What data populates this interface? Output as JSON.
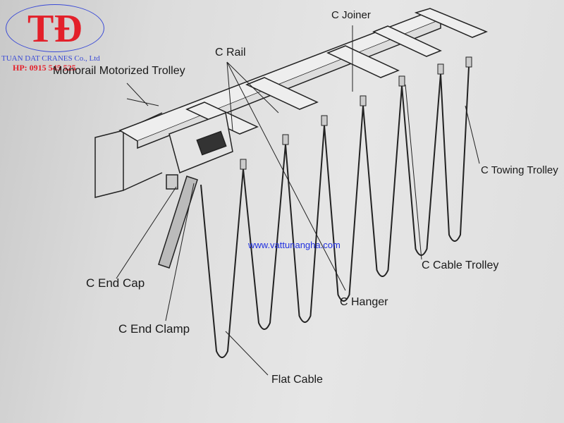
{
  "logo": {
    "mark": "TĐ",
    "company": "TUAN DAT CRANES Co., Ltd",
    "phone": "HP: 0915 545 525"
  },
  "watermark": "www.vattunangha.com",
  "labels": {
    "motorized_trolley": "Monorail Motorized Trolley",
    "rail": "C Rail",
    "joiner": "C Joiner",
    "towing_trolley": "C Towing Trolley",
    "cable_trolley": "C Cable Trolley",
    "hanger": "C Hanger",
    "flat_cable": "Flat Cable",
    "end_clamp": "C End Clamp",
    "end_cap": "C End Cap"
  }
}
